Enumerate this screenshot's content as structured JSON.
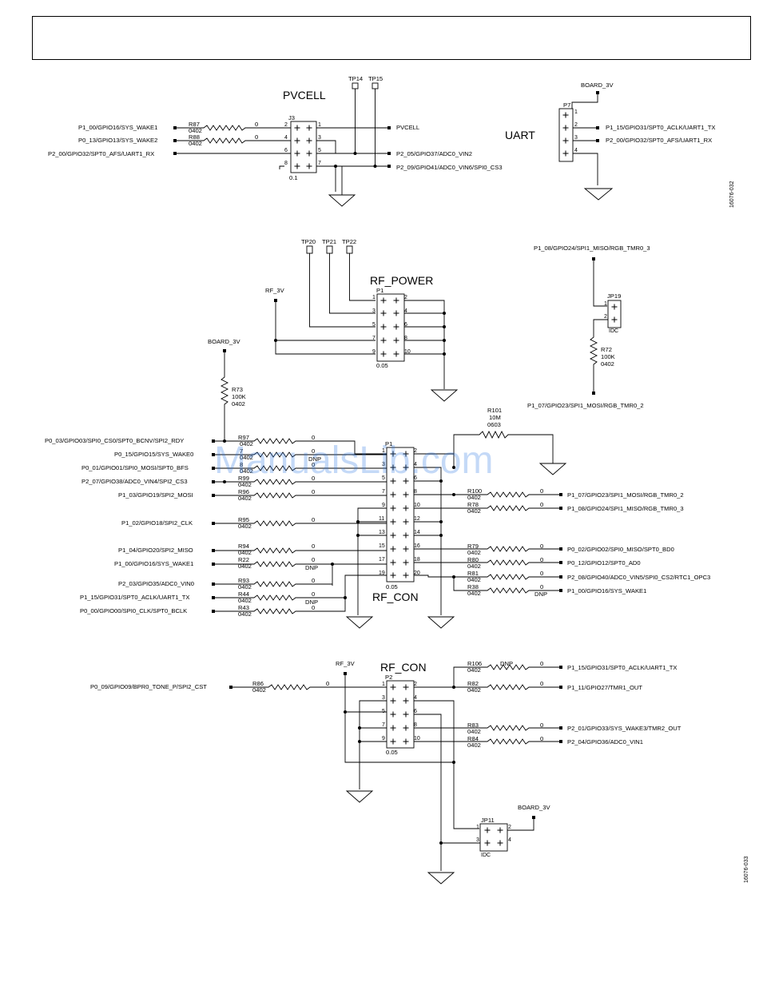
{
  "watermark": "ManualsLib.com",
  "figure_codes": [
    "16076-032",
    "16076-033"
  ],
  "connectors": {
    "pvcell": {
      "title": "PVCELL",
      "ref": "J3",
      "pitch": "0.1"
    },
    "uart": {
      "title": "UART",
      "ref": "P7"
    },
    "rf_power": {
      "title": "RF_POWER",
      "ref": "P1",
      "pitch": "0.05"
    },
    "rf_con": {
      "title": "RF_CON",
      "ref": "P1",
      "pitch": "0.05"
    },
    "rf_con2": {
      "title": "RF_CON",
      "ref": "P2",
      "pitch": "0.05"
    },
    "jp19": {
      "ref": "JP19",
      "kind": "IDC"
    },
    "jp11": {
      "ref": "JP11",
      "kind": "IDC"
    }
  },
  "rails": {
    "board_3v": "BOARD_3V",
    "rf_3v": "RF_3V"
  },
  "testpoints": [
    "TP14",
    "TP15",
    "TP20",
    "TP21",
    "TP22"
  ],
  "texts": {
    "zero": "0",
    "size_0402": "0402",
    "dnp": "DNP",
    "r87": "R87",
    "r88": "R88",
    "r72": "R72",
    "r72_val": "100K",
    "r73": "R73",
    "r73_val": "100K",
    "r101": "R101",
    "r101_val": "10M",
    "r101_size": "0603",
    "r97": "R97",
    "r7": "7",
    "r8": "8",
    "r99": "R99",
    "r96": "R96",
    "r95": "R95",
    "r94": "R94",
    "r22": "R22",
    "r93": "R93",
    "r44": "R44",
    "r43": "R43",
    "r100": "R100",
    "r78": "R78",
    "r79": "R79",
    "r80": "R80",
    "r81": "R81",
    "r38": "R38",
    "r86": "R86",
    "r106": "R106",
    "r82": "R82",
    "r83": "R83",
    "r84": "R84"
  },
  "nets": {
    "sys_wake1": "P1_00/GPIO16/SYS_WAKE1",
    "sys_wake2": "P0_13/GPIO13/SYS_WAKE2",
    "uart1_rx_j3": "P2_00/GPIO32/SPT0_AFS/UART1_RX",
    "pvcell": "PVCELL",
    "adc0_vin2": "P2_05/GPIO37/ADC0_VIN2",
    "adc0_vin6": "P2_09/GPIO41/ADC0_VIN6/SPI0_CS3",
    "uart1_tx": "P1_15/GPIO31/SPT0_ACLK/UART1_TX",
    "uart1_rx": "P2_00/GPIO32/SPT0_AFS/UART1_RX",
    "rgb_tmr0_3": "P1_08/GPIO24/SPI1_MISO/RGB_TMR0_3",
    "rgb_tmr0_2": "P1_07/GPIO23/SPI1_MOSI/RGB_TMR0_2",
    "spi2_rdy": "P0_03/GPIO03/SPI0_CS0/SPT0_BCNV/SPI2_RDY",
    "sys_wake0": "P0_15/GPIO15/SYS_WAKE0",
    "spt0_bfs": "P0_01/GPIO01/SPI0_MOSI/SPT0_BFS",
    "spi2_cs3": "P2_07/GPIO38/ADC0_VIN4/SPI2_CS3",
    "spi2_mosi": "P1_03/GPIO19/SPI2_MOSI",
    "spi2_clk": "P1_02/GPIO18/SPI2_CLK",
    "spi2_miso": "P1_04/GPIO20/SPI2_MISO",
    "adc0_vin0": "P2_03/GPIO35/ADC0_VIN0",
    "spt0_bclk": "P0_00/GPIO00/SPI0_CLK/SPT0_BCLK",
    "spt0_bd0": "P0_02/GPIO02/SPI0_MISO/SPT0_BD0",
    "spt0_ad0": "P0_12/GPIO12/SPT0_AD0",
    "rtc1_osc3": "P2_08/GPIO40/ADC0_VIN5/SPI0_CS2/RTC1_OPC3",
    "spi2_cst": "P0_09/GPIO09/BPR0_TONE_P/SPI2_CST",
    "tmr1_out": "P1_11/GPIO27/TMR1_OUT",
    "tmr2_out": "P2_01/GPIO33/SYS_WAKE3/TMR2_OUT",
    "adc0_vin1": "P2_04/GPIO36/ADC0_VIN1"
  },
  "colors": {
    "ink": "#000000",
    "watermark": "#2b78e4"
  }
}
